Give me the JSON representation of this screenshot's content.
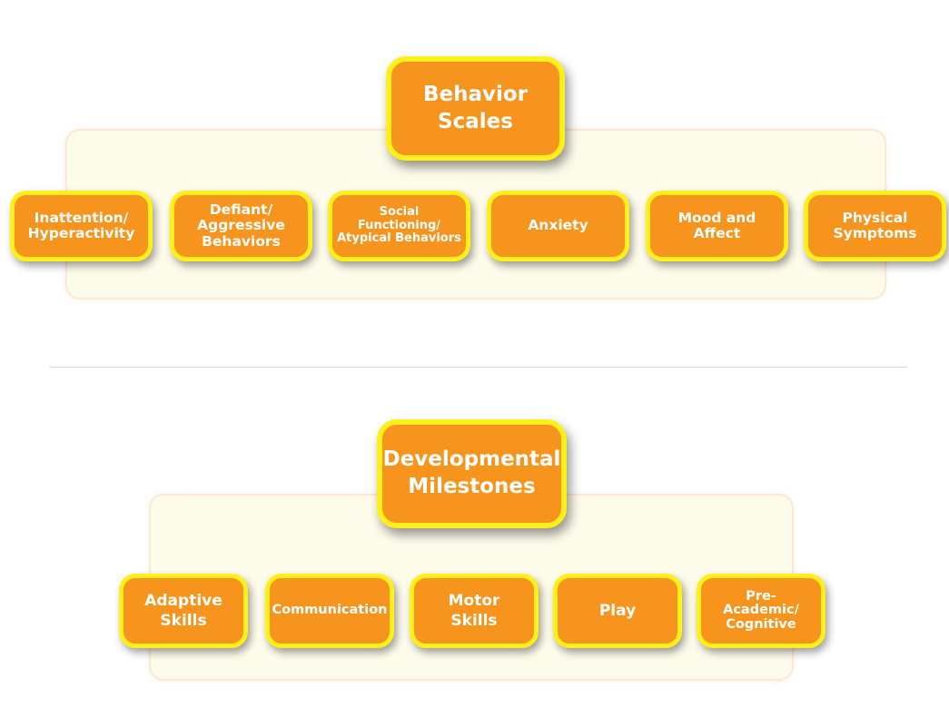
{
  "behavior": {
    "title": "Behavior\nScales",
    "items": [
      {
        "label": "Inattention/\nHyperactivity"
      },
      {
        "label": "Defiant/\nAggressive\nBehaviors"
      },
      {
        "label": "Social\nFunctioning/\nAtypical Behaviors"
      },
      {
        "label": "Anxiety"
      },
      {
        "label": "Mood and\nAffect"
      },
      {
        "label": "Physical\nSymptoms"
      }
    ]
  },
  "developmental": {
    "title": "Developmental\nMilestones",
    "items": [
      {
        "label": "Adaptive\nSkills"
      },
      {
        "label": "Communication"
      },
      {
        "label": "Motor\nSkills"
      },
      {
        "label": "Play"
      },
      {
        "label": "Pre-\nAcademic/\nCognitive"
      }
    ]
  },
  "colors": {
    "node_fill": "#f7941d",
    "node_border": "#ffef1a",
    "panel_fill": "#fdfbea",
    "divider": "#d6d6d6"
  }
}
